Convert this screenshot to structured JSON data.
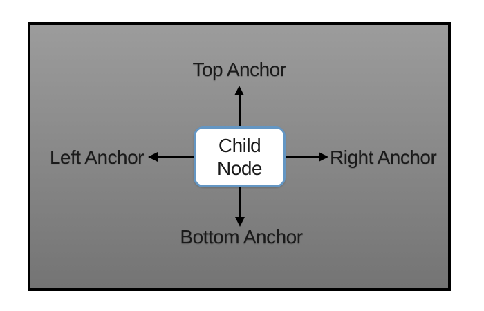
{
  "diagram": {
    "node": {
      "label_line1": "Child",
      "label_line2": "Node"
    },
    "anchors": {
      "top": "Top Anchor",
      "left": "Left Anchor",
      "right": "Right Anchor",
      "bottom": "Bottom Anchor"
    },
    "colors": {
      "frame_border": "#000000",
      "bg_gradient_top": "#9C9C9C",
      "bg_gradient_bottom": "#747474",
      "node_fill": "#FFFFFF",
      "node_border": "#6496C3",
      "arrow": "#000000",
      "text": "#1A1A1A"
    }
  }
}
